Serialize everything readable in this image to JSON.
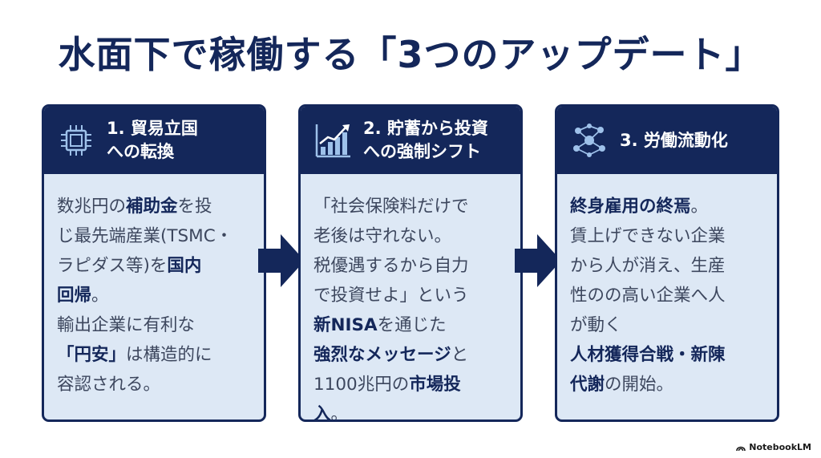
{
  "title": "水面下で稼働する「3つのアップデート」",
  "cards": [
    {
      "icon": "chip-icon",
      "title_lines": [
        "1. 貿易立国",
        "への転換"
      ],
      "body": [
        {
          "t": "数兆円の",
          "b": false
        },
        {
          "t": "補助金",
          "b": true
        },
        {
          "t": "を投\nじ最先端産業(TSMC・\nラピダス等)を",
          "b": false
        },
        {
          "t": "国内\n回帰",
          "b": true
        },
        {
          "t": "。\n輸出企業に有利な\n",
          "b": false
        },
        {
          "t": "「円安」",
          "b": true
        },
        {
          "t": "は構造的に\n容認される。",
          "b": false
        }
      ]
    },
    {
      "icon": "bar-chart-icon",
      "title_lines": [
        "2. 貯蓄から投資",
        "への強制シフト"
      ],
      "body": [
        {
          "t": "「社会保険料だけで\n老後は守れない。\n税優遇するから自力\nで投資せよ」という\n",
          "b": false
        },
        {
          "t": "新NISA",
          "b": true
        },
        {
          "t": "を通じた\n",
          "b": false
        },
        {
          "t": "強烈なメッセージ",
          "b": true
        },
        {
          "t": "と\n1100兆円の",
          "b": false
        },
        {
          "t": "市場投\n入",
          "b": true
        },
        {
          "t": "。",
          "b": false
        }
      ]
    },
    {
      "icon": "network-icon",
      "title_lines": [
        "3. 労働流動化"
      ],
      "body": [
        {
          "t": "終身雇用の終焉",
          "b": true
        },
        {
          "t": "。\n賃上げできない企業\nから人が消え、生産\n性のの高い企業へ人\nが動く\n",
          "b": false
        },
        {
          "t": "人材獲得合戦・新陳\n代謝",
          "b": true
        },
        {
          "t": "の開始。",
          "b": false
        }
      ]
    }
  ],
  "brand": "NotebookLM",
  "colors": {
    "navy": "#14275a",
    "card_bg": "#dde8f5",
    "text": "#3d475e"
  }
}
